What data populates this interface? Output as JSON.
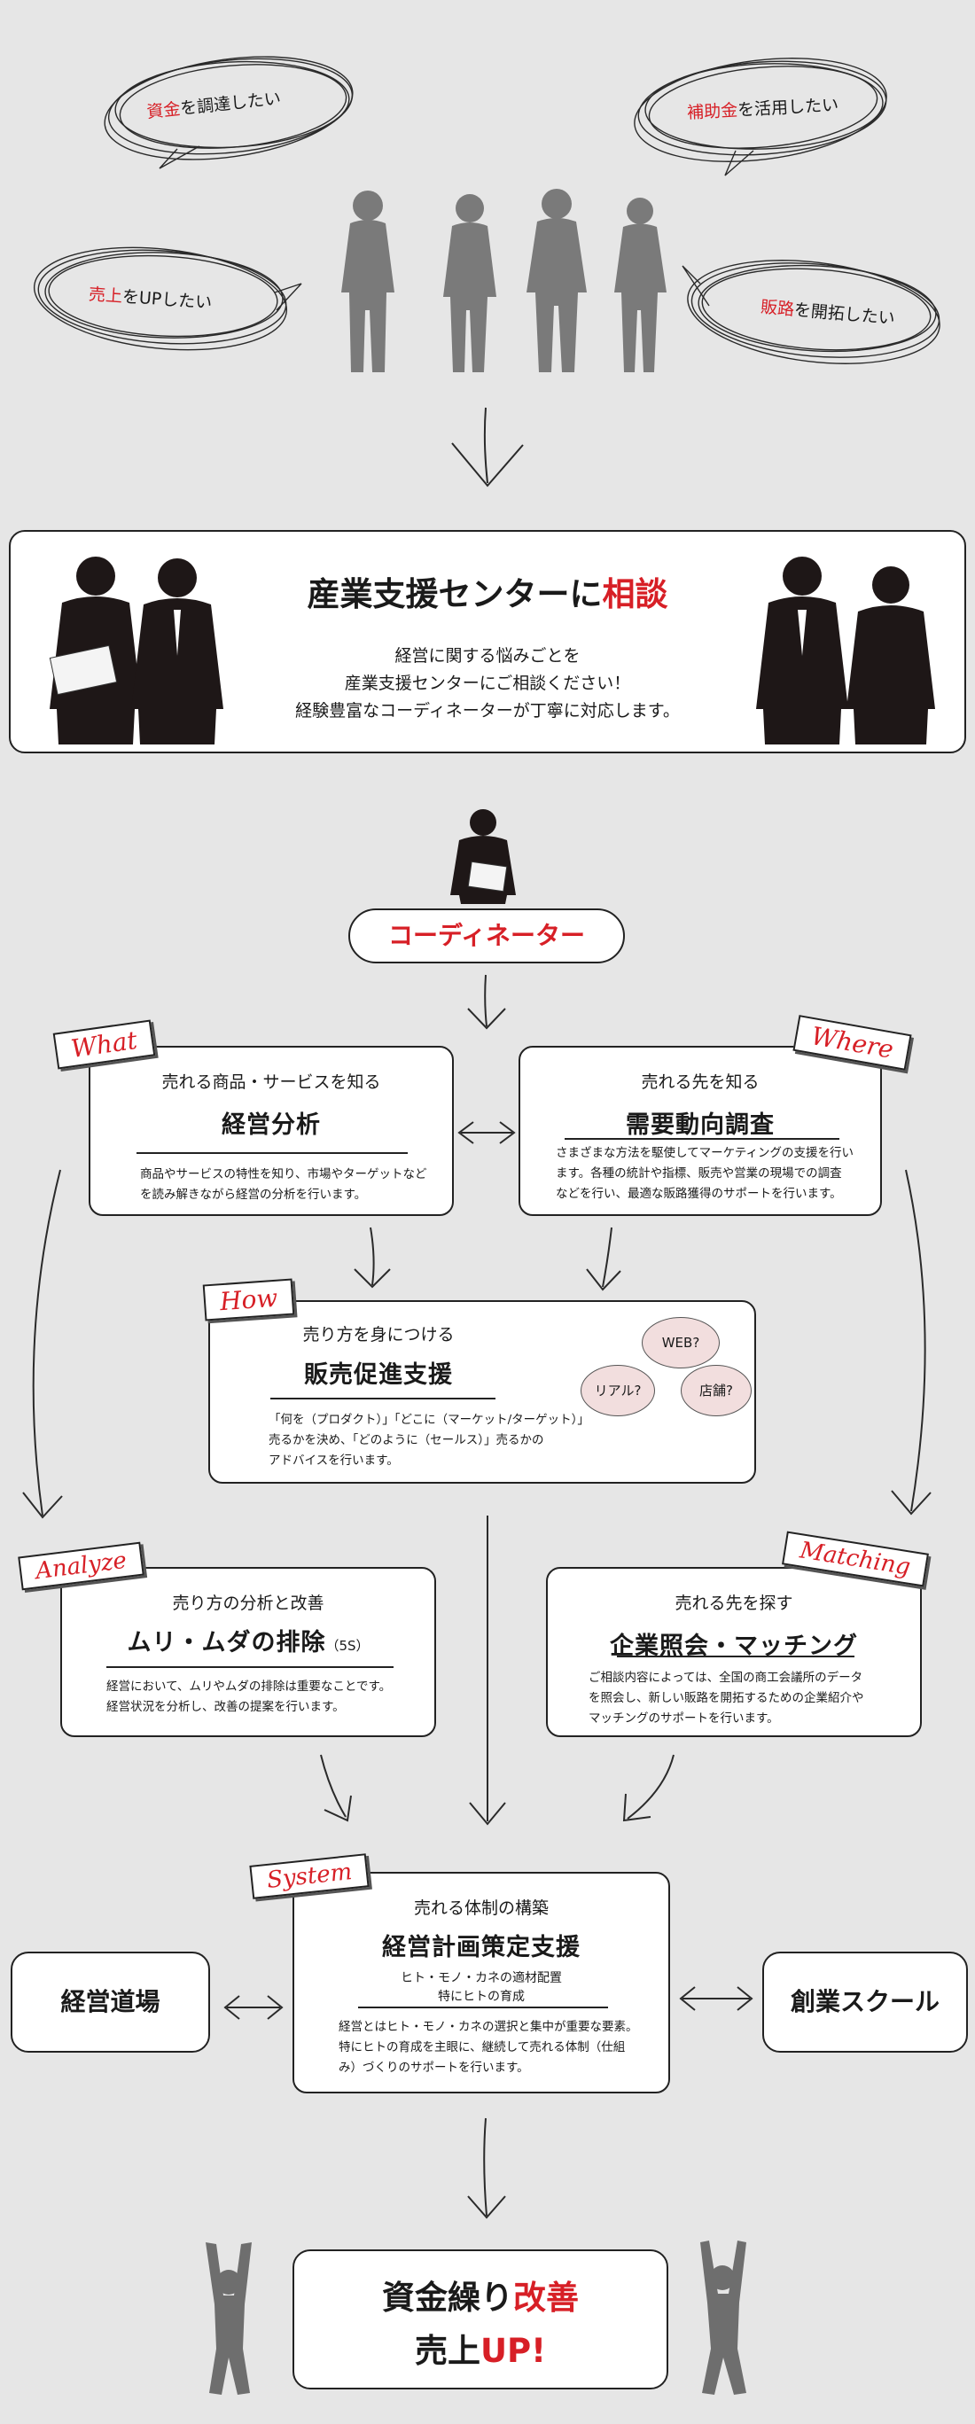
{
  "bubbles": {
    "b1": {
      "pre": "",
      "red": "資金",
      "post": "を調達したい"
    },
    "b2": {
      "pre": "",
      "red": "補助金",
      "post": "を活用したい"
    },
    "b3": {
      "pre": "",
      "red": "売上",
      "post": "をUPしたい"
    },
    "b4": {
      "pre": "",
      "red": "販路",
      "post": "を開拓したい"
    }
  },
  "consult": {
    "title_main": "産業支援センターに",
    "title_red": "相談",
    "line1": "経営に関する悩みごとを",
    "line2": "産業支援センターにご相談ください！",
    "line3": "経験豊富なコーディネーターが丁寧に対応します。"
  },
  "coordinator": {
    "label": "コーディネーター"
  },
  "what": {
    "tag": "What",
    "sub": "売れる商品・サービスを知る",
    "title": "経営分析",
    "desc1": "商品やサービスの特性を知り、市場やターゲットなど",
    "desc2": "を読み解きながら経営の分析を行います。"
  },
  "where": {
    "tag": "Where",
    "sub": "売れる先を知る",
    "title": "需要動向調査",
    "desc1": "さまざまな方法を駆使してマーケティングの支援を行い",
    "desc2": "ます。各種の統計や指標、販売や営業の現場での調査",
    "desc3": "などを行い、最適な販路獲得のサポートを行います。"
  },
  "how": {
    "tag": "How",
    "sub": "売り方を身につける",
    "title": "販売促進支援",
    "desc1": "「何を（プロダクト）」「どこに（マーケット/ターゲット）」",
    "desc2": "売るかを決め、「どのように（セールス）」売るかの",
    "desc3": "アドバイスを行います。",
    "q1": "WEB?",
    "q2": "リアル?",
    "q3": "店舗?"
  },
  "analyze": {
    "tag": "Analyze",
    "sub": "売り方の分析と改善",
    "title": "ムリ・ムダの排除",
    "title_small": "（5S）",
    "desc1": "経営において、ムリやムダの排除は重要なことです。",
    "desc2": "経営状況を分析し、改善の提案を行います。"
  },
  "matching": {
    "tag": "Matching",
    "sub": "売れる先を探す",
    "title": "企業照会・マッチング",
    "desc1": "ご相談内容によっては、全国の商工会議所のデータ",
    "desc2": "を照会し、新しい販路を開拓するための企業紹介や",
    "desc3": "マッチングのサポートを行います。"
  },
  "system": {
    "tag": "System",
    "sub": "売れる体制の構築",
    "title": "経営計画策定支援",
    "note1": "ヒト・モノ・カネの適材配置",
    "note2": "特にヒトの育成",
    "desc1": "経営とはヒト・モノ・カネの選択と集中が重要な要素。",
    "desc2": "特にヒトの育成を主眼に、継続して売れる体制（仕組",
    "desc3": "み）づくりのサポートを行います。"
  },
  "dojo": {
    "label": "経営道場"
  },
  "school": {
    "label": "創業スクール"
  },
  "result": {
    "l1_main": "資金繰り",
    "l1_red": "改善",
    "l2_main": "売上",
    "l2_red": "UP!"
  },
  "colors": {
    "accent": "#d71f26",
    "background": "#e6e6e6",
    "ink": "#1a1a1a"
  }
}
